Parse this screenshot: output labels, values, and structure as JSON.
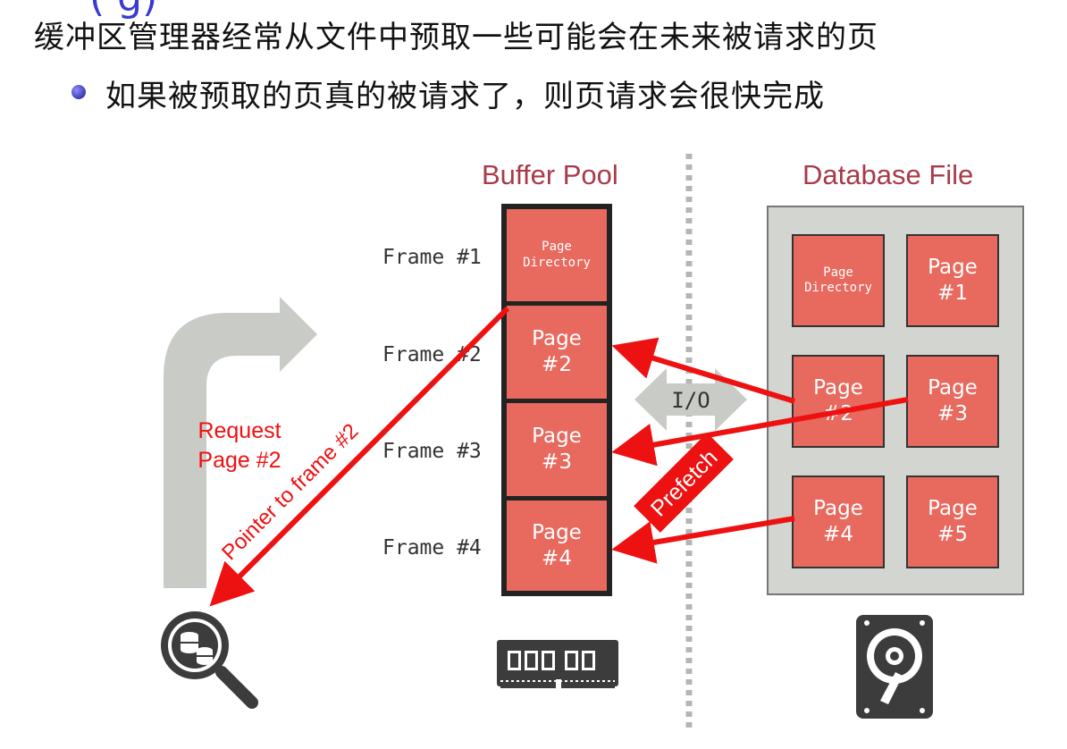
{
  "slide": {
    "cut_title": "(           g)",
    "line1": "缓冲区管理器经常从文件中预取一些可能会在未来被请求的页",
    "line2": "如果被预取的页真的被请求了，则页请求会很快完成"
  },
  "buffer_pool": {
    "title": "Buffer Pool",
    "frames": [
      {
        "label": "Frame #1",
        "content": [
          "Page",
          "Directory"
        ]
      },
      {
        "label": "Frame #2",
        "content": [
          "Page",
          "#2"
        ]
      },
      {
        "label": "Frame #3",
        "content": [
          "Page",
          "#3"
        ]
      },
      {
        "label": "Frame #4",
        "content": [
          "Page",
          "#4"
        ]
      }
    ]
  },
  "database_file": {
    "title": "Database File",
    "pages": [
      [
        "Page",
        "Directory"
      ],
      [
        "Page",
        "#1"
      ],
      [
        "Page",
        "#2"
      ],
      [
        "Page",
        "#3"
      ],
      [
        "Page",
        "#4"
      ],
      [
        "Page",
        "#5"
      ]
    ]
  },
  "annotations": {
    "request_line1": "Request",
    "request_line2": "Page #2",
    "pointer": "Pointer to frame #2",
    "io": "I/O",
    "prefetch": "Prefetch"
  },
  "colors": {
    "page_fill": "#e8695e",
    "arrow_red": "#ee1111",
    "title_color": "#a83a4a",
    "gray_arrow": "#c9cbc6",
    "file_bg": "#d3d5d0"
  },
  "icons": [
    "query-magnifier-icon",
    "memory-chip-icon",
    "hard-disk-icon"
  ]
}
